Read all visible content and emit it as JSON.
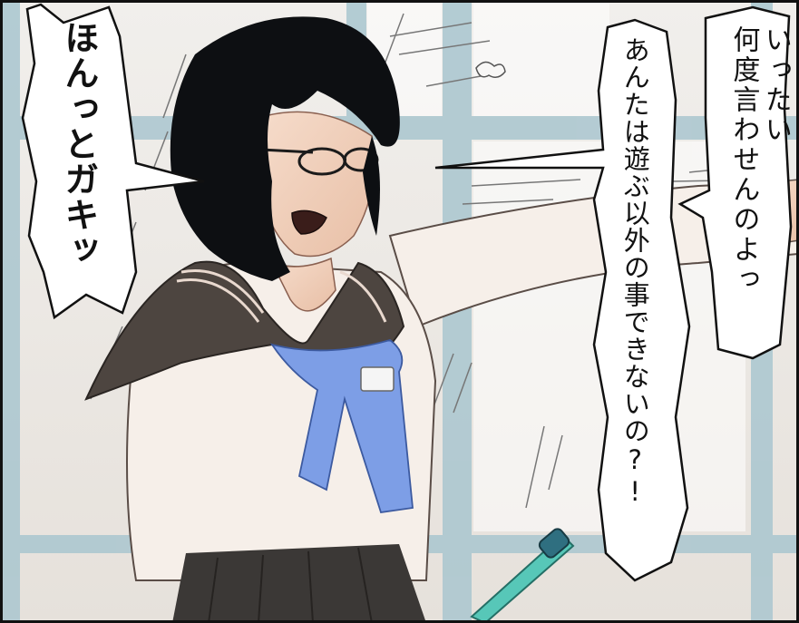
{
  "bubbles": {
    "left": "ほんっとガキッ",
    "center": "あんたは遊ぶ以外の事できないの?!",
    "right": "いったい\n何度言わせんのよっ"
  },
  "colors": {
    "window_frame": "#a9c6cf",
    "wall": "#e9e4de",
    "hair": "#0d0f12",
    "uniform": "#f6efe9",
    "collar": "#4d4540",
    "scarf": "#7d9ee6",
    "skirt": "#3b3836",
    "pointer": "#57c7b8"
  },
  "icons": [
    "girl-figure",
    "speech-bubble",
    "pointer-stick"
  ]
}
